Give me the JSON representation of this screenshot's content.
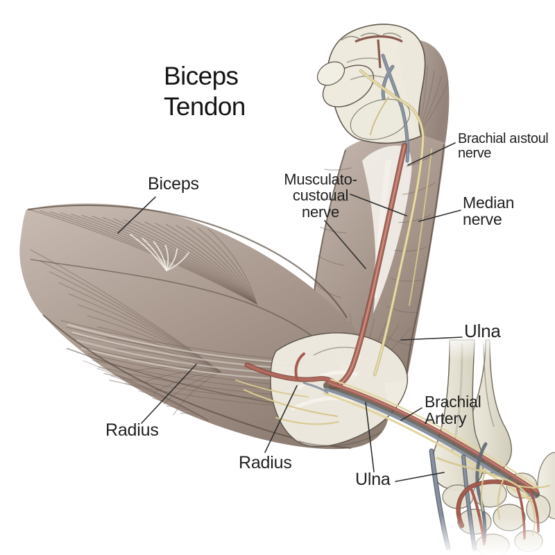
{
  "figure": {
    "title": "Biceps\nTendon",
    "labels": {
      "biceps": "Biceps",
      "musculocutaneous_nerve": "Musculato-\ncustoual\nnerve",
      "brachial_nerve": "Brachial aıstoul\nnerve",
      "median_nerve": "Median\nnerve",
      "ulna_right": "Ulna",
      "brachial_artery": "Brachial\nArtery",
      "radius_left": "Radius",
      "radius_bottom": "Radius",
      "ulna_bottom": "Ulna"
    },
    "colors": {
      "muscle": "#a8988e",
      "muscle_dark": "#75655c",
      "tendon_white": "#f4f1ea",
      "bone": "#e7e3d6",
      "artery_red": "#b06a5e",
      "vein_gray_blue": "#8791a0",
      "nerve_yellow": "#e7daa6",
      "outline": "#5a4d42",
      "leader_line": "#2d2d2d",
      "background": "#ffffff"
    }
  }
}
